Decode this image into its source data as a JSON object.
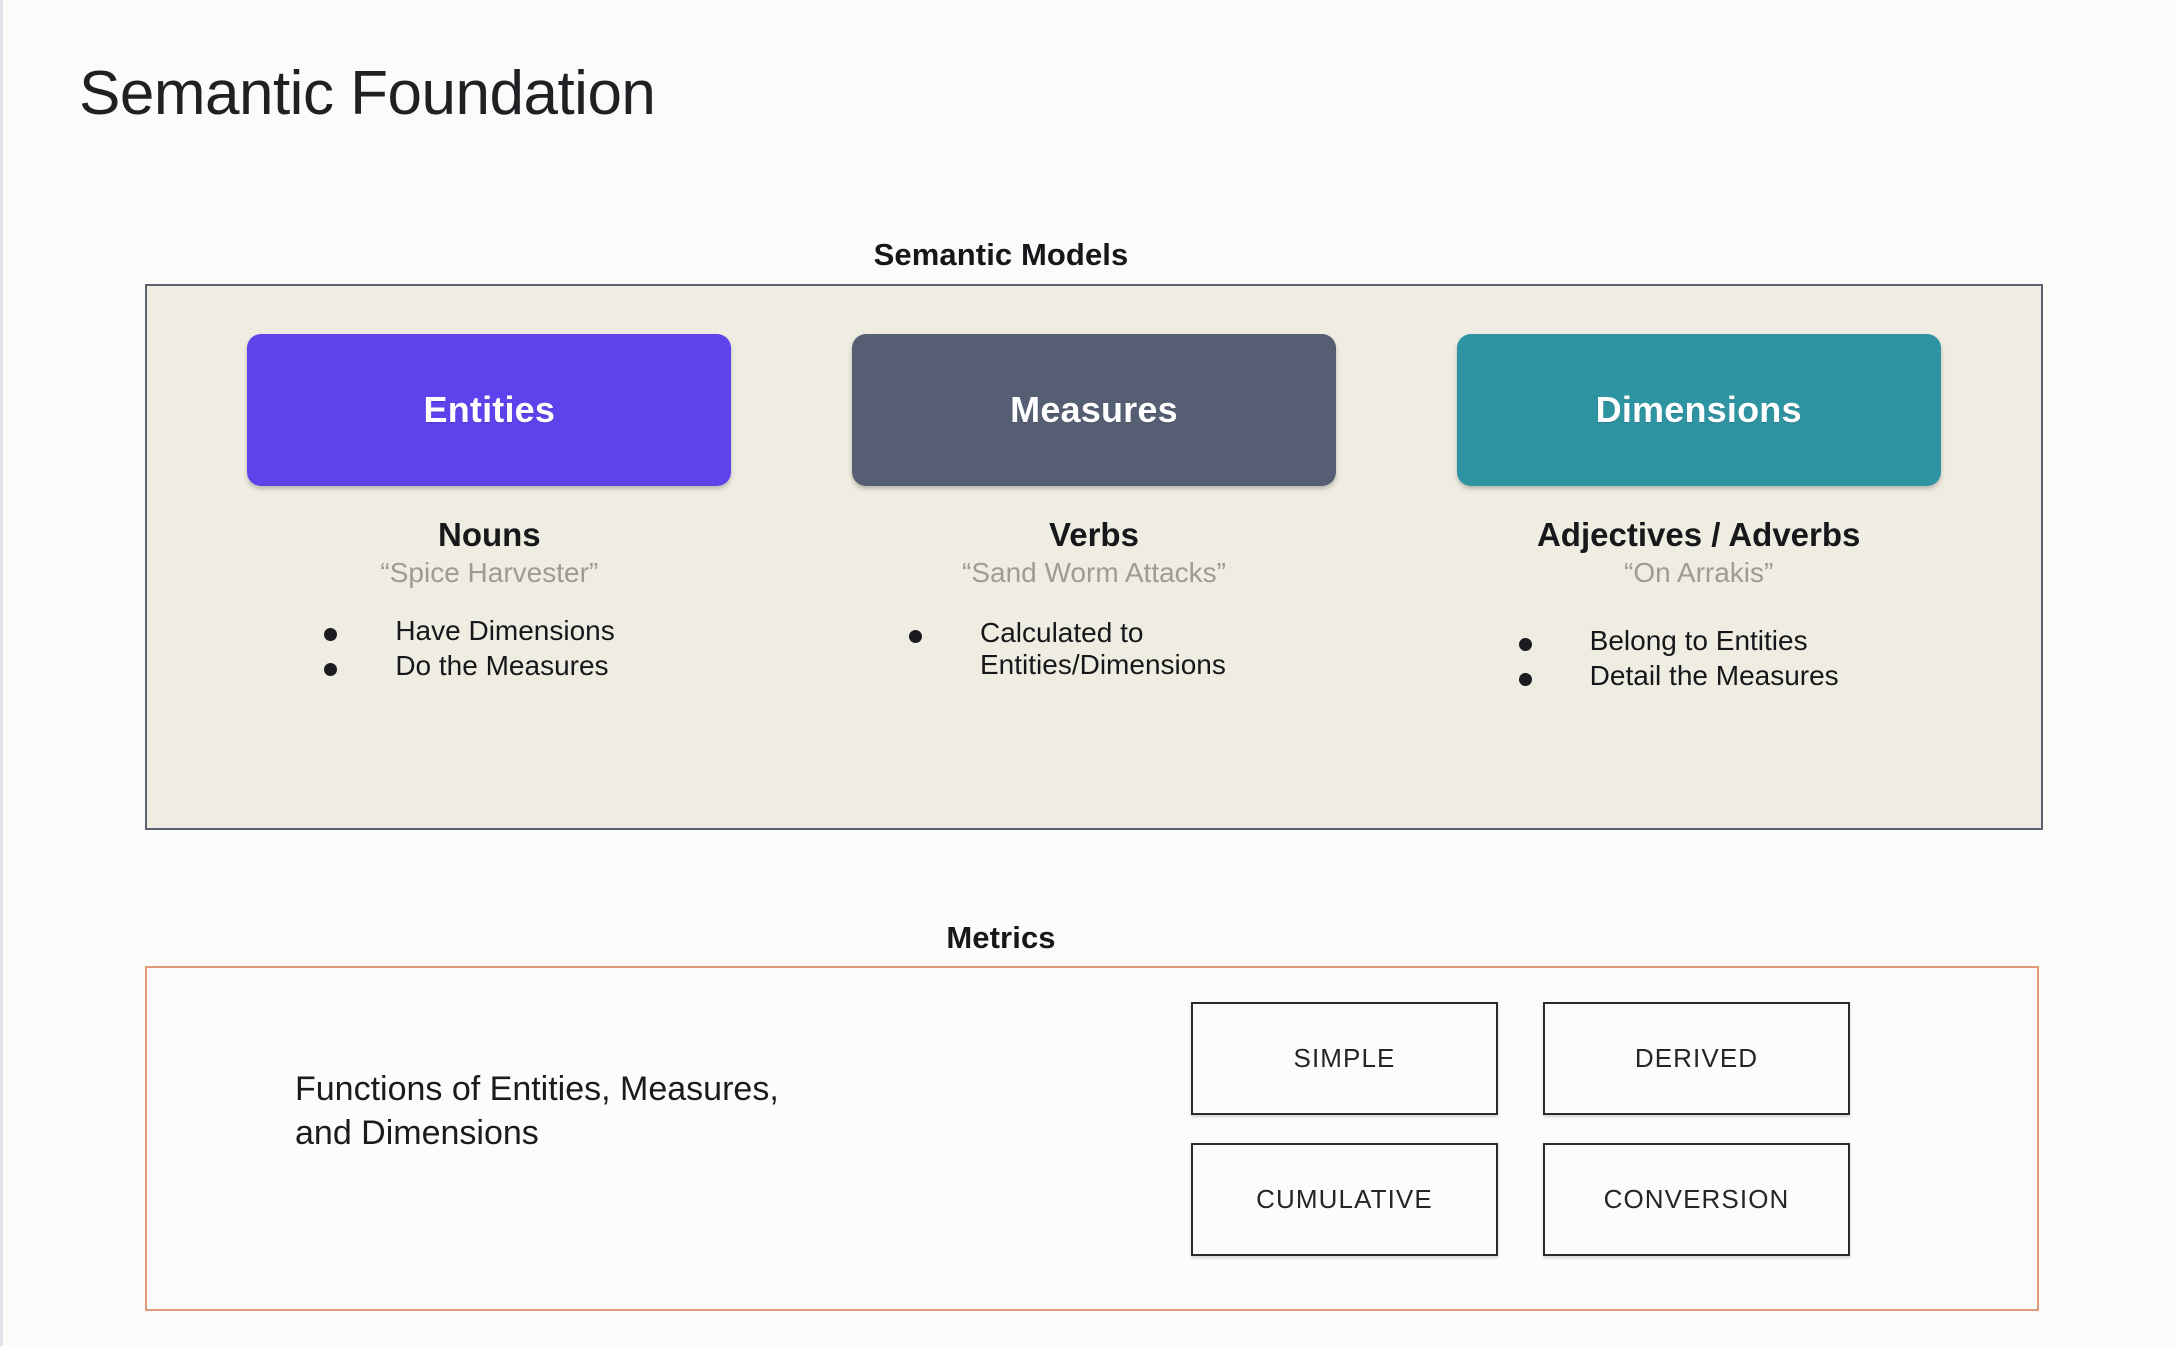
{
  "page": {
    "title": "Semantic Foundation",
    "background_color": "#fbfbfa"
  },
  "semantic_models": {
    "section_label": "Semantic Models",
    "panel_background": "#efede1",
    "panel_border_color": "#5b6170",
    "columns": [
      {
        "card_label": "Entities",
        "card_color": "#5e42ec",
        "part_of_speech": "Nouns",
        "example": "“Spice Harvester”",
        "bullets": [
          "Have Dimensions",
          "Do the Measures"
        ]
      },
      {
        "card_label": "Measures",
        "card_color": "#555e72",
        "part_of_speech": "Verbs",
        "example": "“Sand Worm Attacks”",
        "bullets": [
          "Calculated to Entities/Dimensions"
        ]
      },
      {
        "card_label": "Dimensions",
        "card_color": "#2f94a2",
        "part_of_speech": "Adjectives / Adverbs",
        "example": "“On Arrakis”",
        "bullets": [
          "Belong to Entities",
          "Detail the Measures"
        ]
      }
    ]
  },
  "metrics": {
    "section_label": "Metrics",
    "panel_border_color": "#e09a78",
    "description_line_1": "Functions of Entities, Measures,",
    "description_line_2": "and Dimensions",
    "types": [
      "SIMPLE",
      "DERIVED",
      "CUMULATIVE",
      "CONVERSION"
    ]
  }
}
